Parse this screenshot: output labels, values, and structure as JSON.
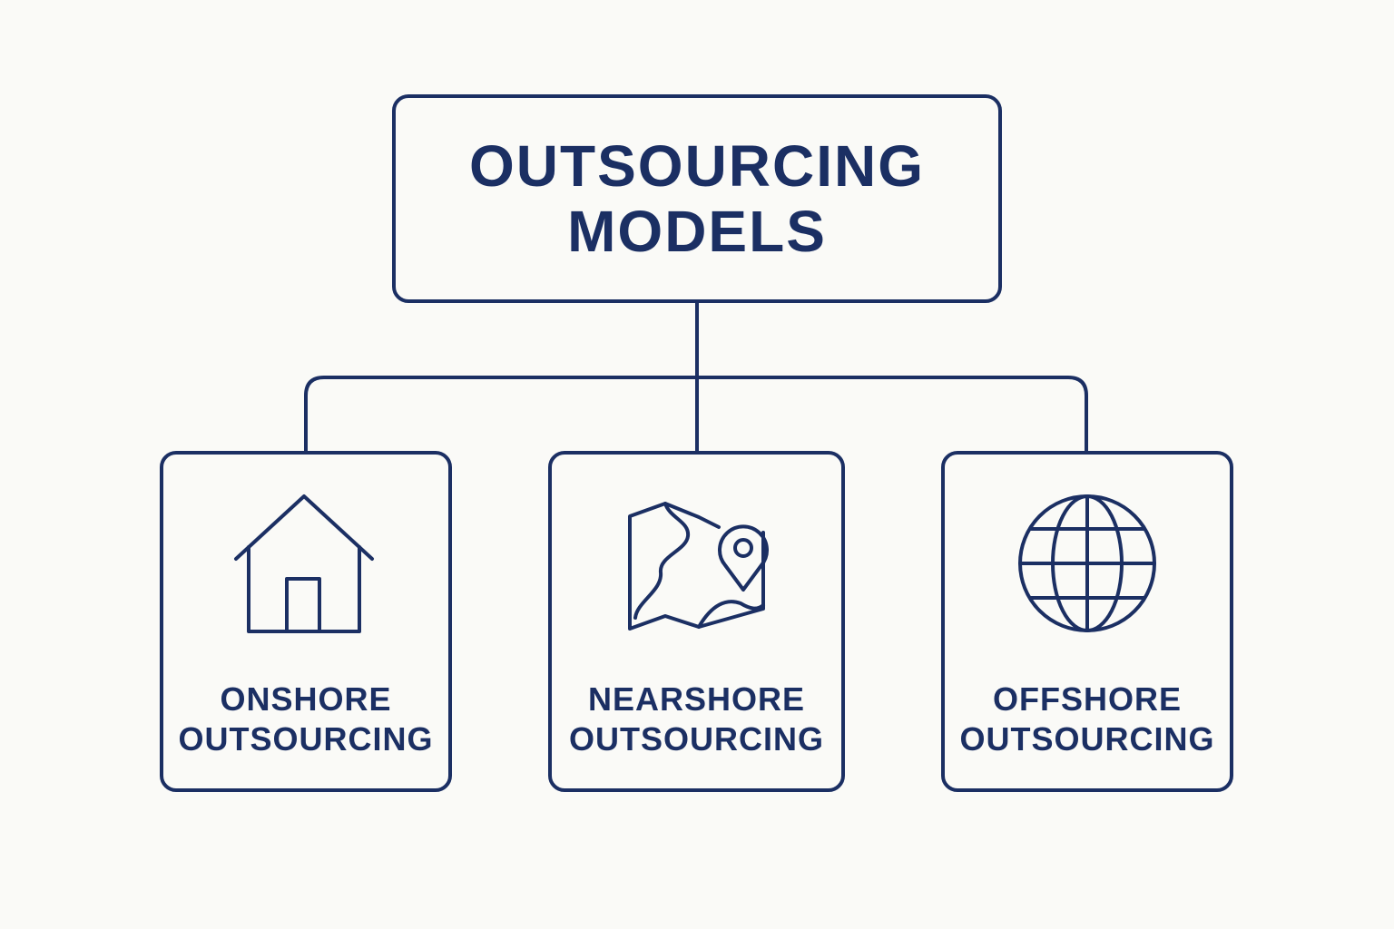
{
  "diagram": {
    "colors": {
      "stroke": "#1B2F63",
      "text": "#1B2F63",
      "background": "#FAFAF7"
    },
    "root": {
      "title": "OUTSOURCING MODELS"
    },
    "children": [
      {
        "icon": "house-icon",
        "label_line1": "ONSHORE",
        "label_line2": "OUTSOURCING"
      },
      {
        "icon": "map-pin-icon",
        "label_line1": "NEARSHORE",
        "label_line2": "OUTSOURCING"
      },
      {
        "icon": "globe-icon",
        "label_line1": "OFFSHORE",
        "label_line2": "OUTSOURCING"
      }
    ]
  }
}
